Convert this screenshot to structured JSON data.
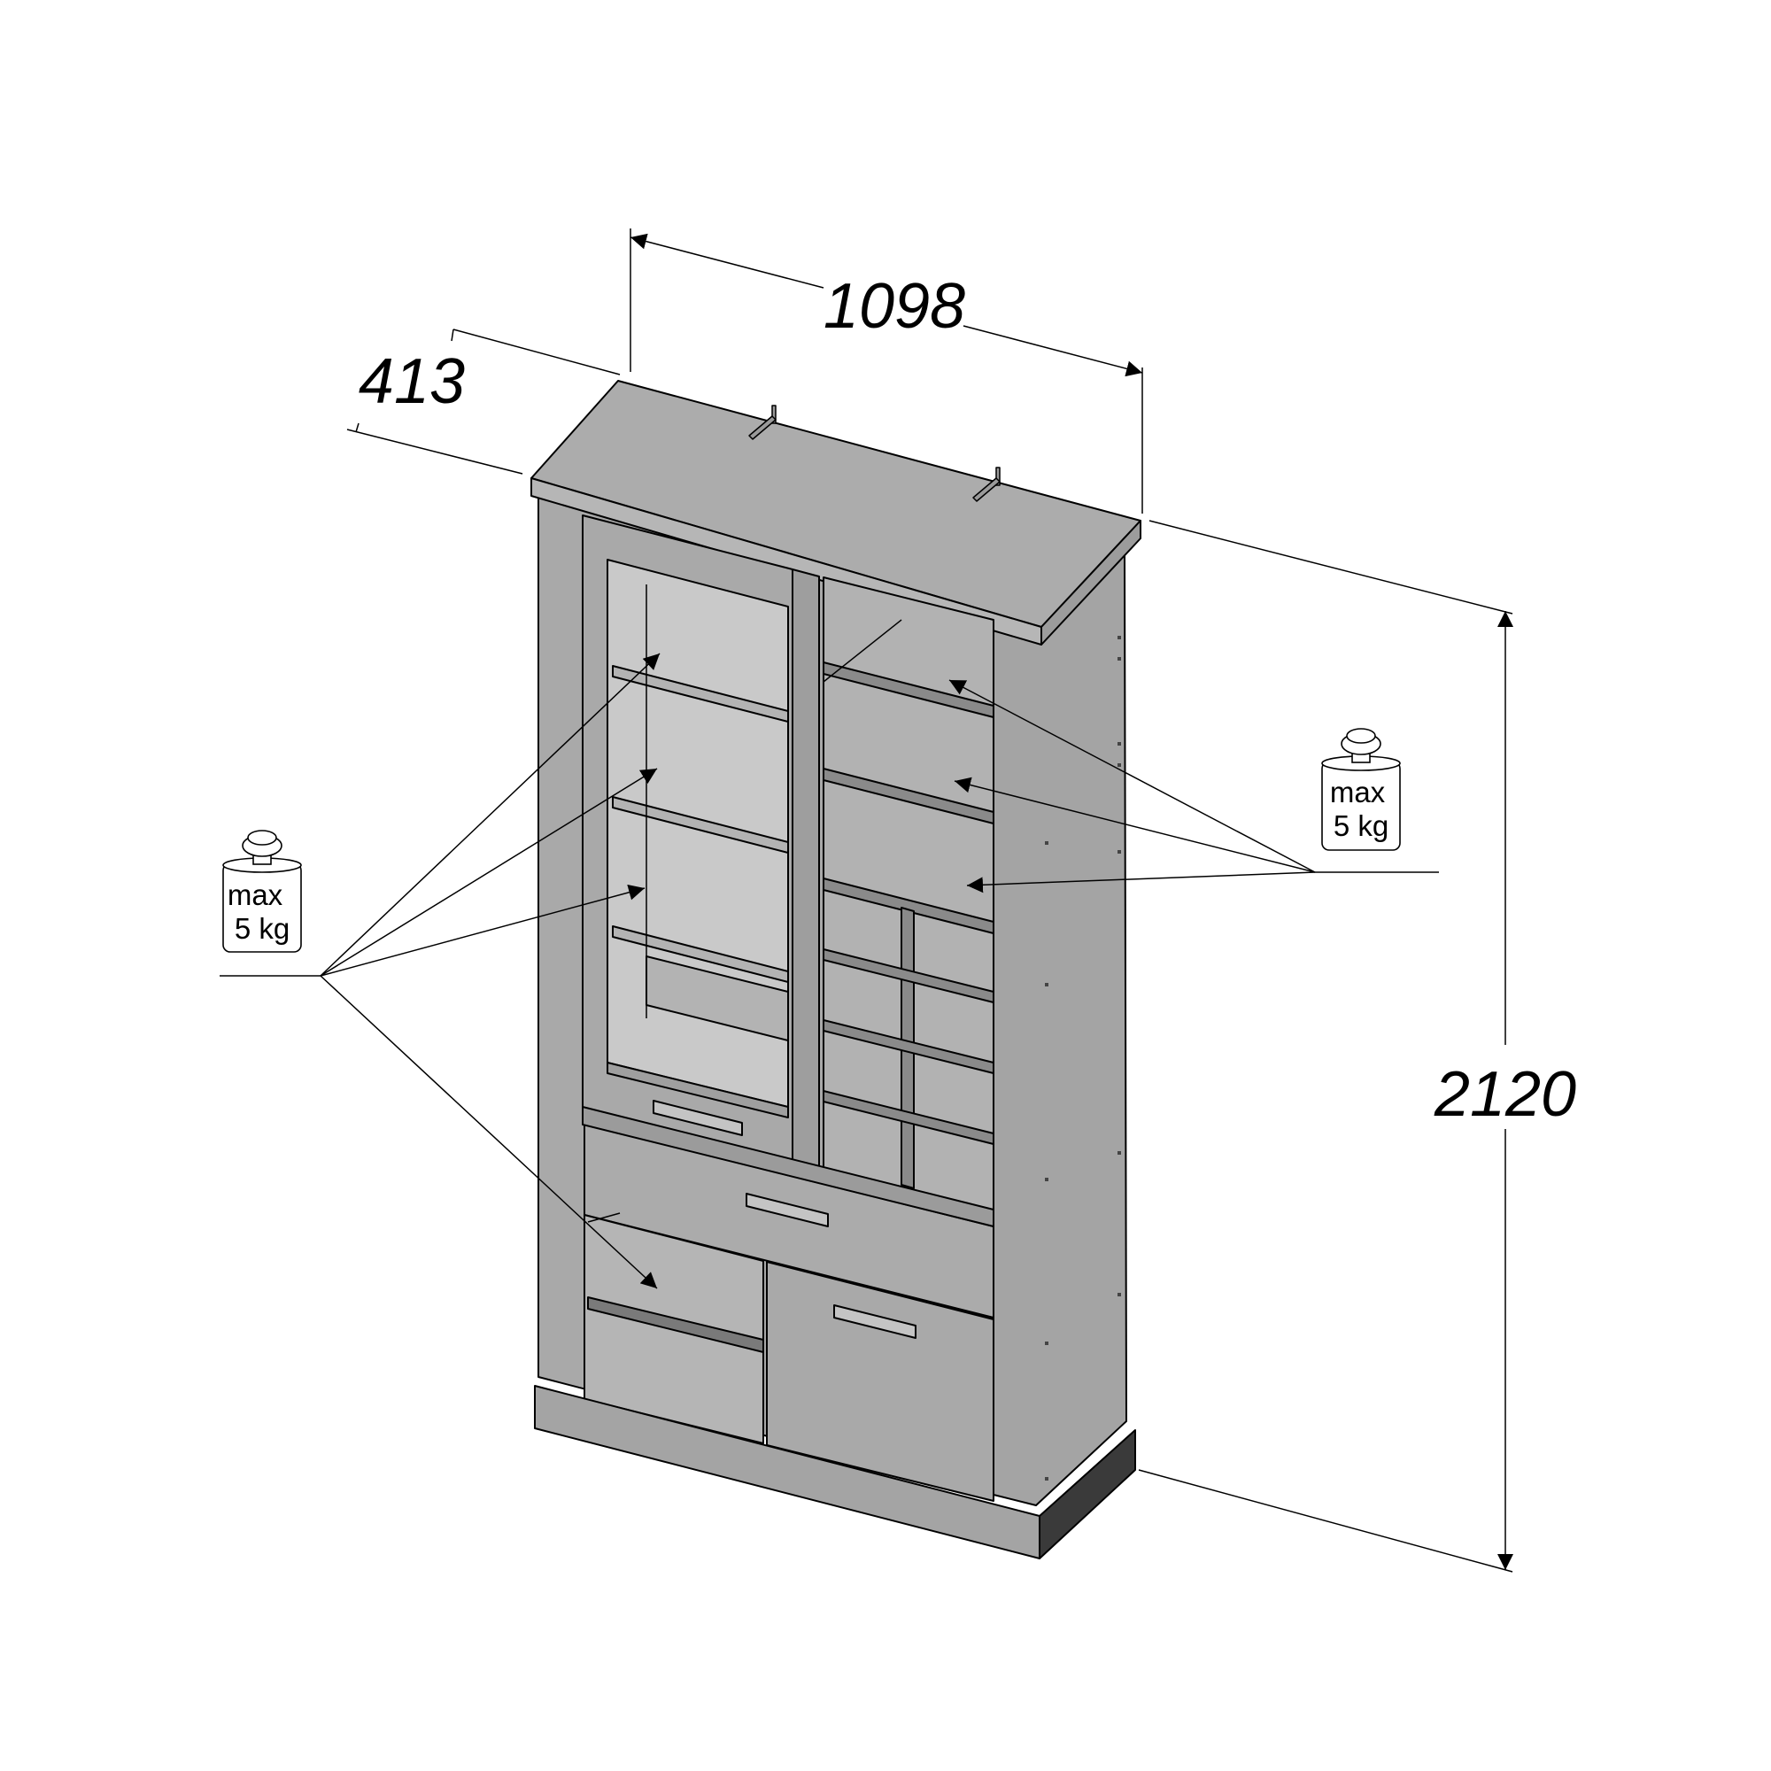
{
  "dimensions": {
    "width": "1098",
    "depth": "413",
    "height": "2120"
  },
  "load_labels": {
    "left": {
      "line1": "max",
      "line2": "5 kg"
    },
    "right": {
      "line1": "max",
      "line2": "5 kg"
    }
  },
  "colors": {
    "panel": "#ababab",
    "panel_dark": "#8f8f8f",
    "panel_light": "#bdbdbd",
    "glass": "#c9c9c9",
    "plinth_dark": "#3a3a3a",
    "line": "#000000"
  }
}
